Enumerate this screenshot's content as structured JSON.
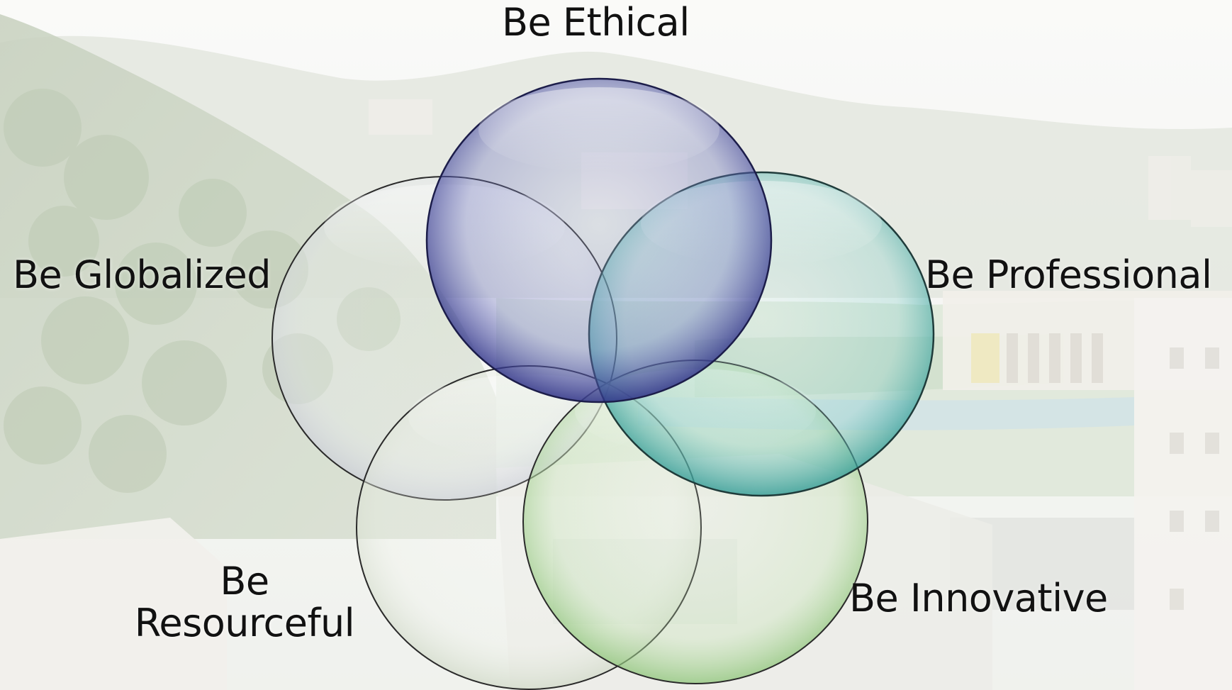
{
  "diagram": {
    "labels": {
      "ethical": "Be Ethical",
      "globalized": "Be Globalized",
      "professional": "Be Professional",
      "innovative": "Be Innovative",
      "resourceful_line1": "Be",
      "resourceful_line2": "Resourceful"
    },
    "circle_colors": {
      "ethical": "#3a3f9c",
      "globalized": "#d9dbe0",
      "professional": "#3aa7a0",
      "innovative": "#9fd08a",
      "resourceful": "#e0e8d8"
    },
    "background": {
      "description_colors": {
        "sky": "#f0f1ee",
        "hills": "#9fb192",
        "field": "#a9c9a0",
        "track": "#9cc3cf",
        "building": "#e7e6df"
      }
    }
  }
}
